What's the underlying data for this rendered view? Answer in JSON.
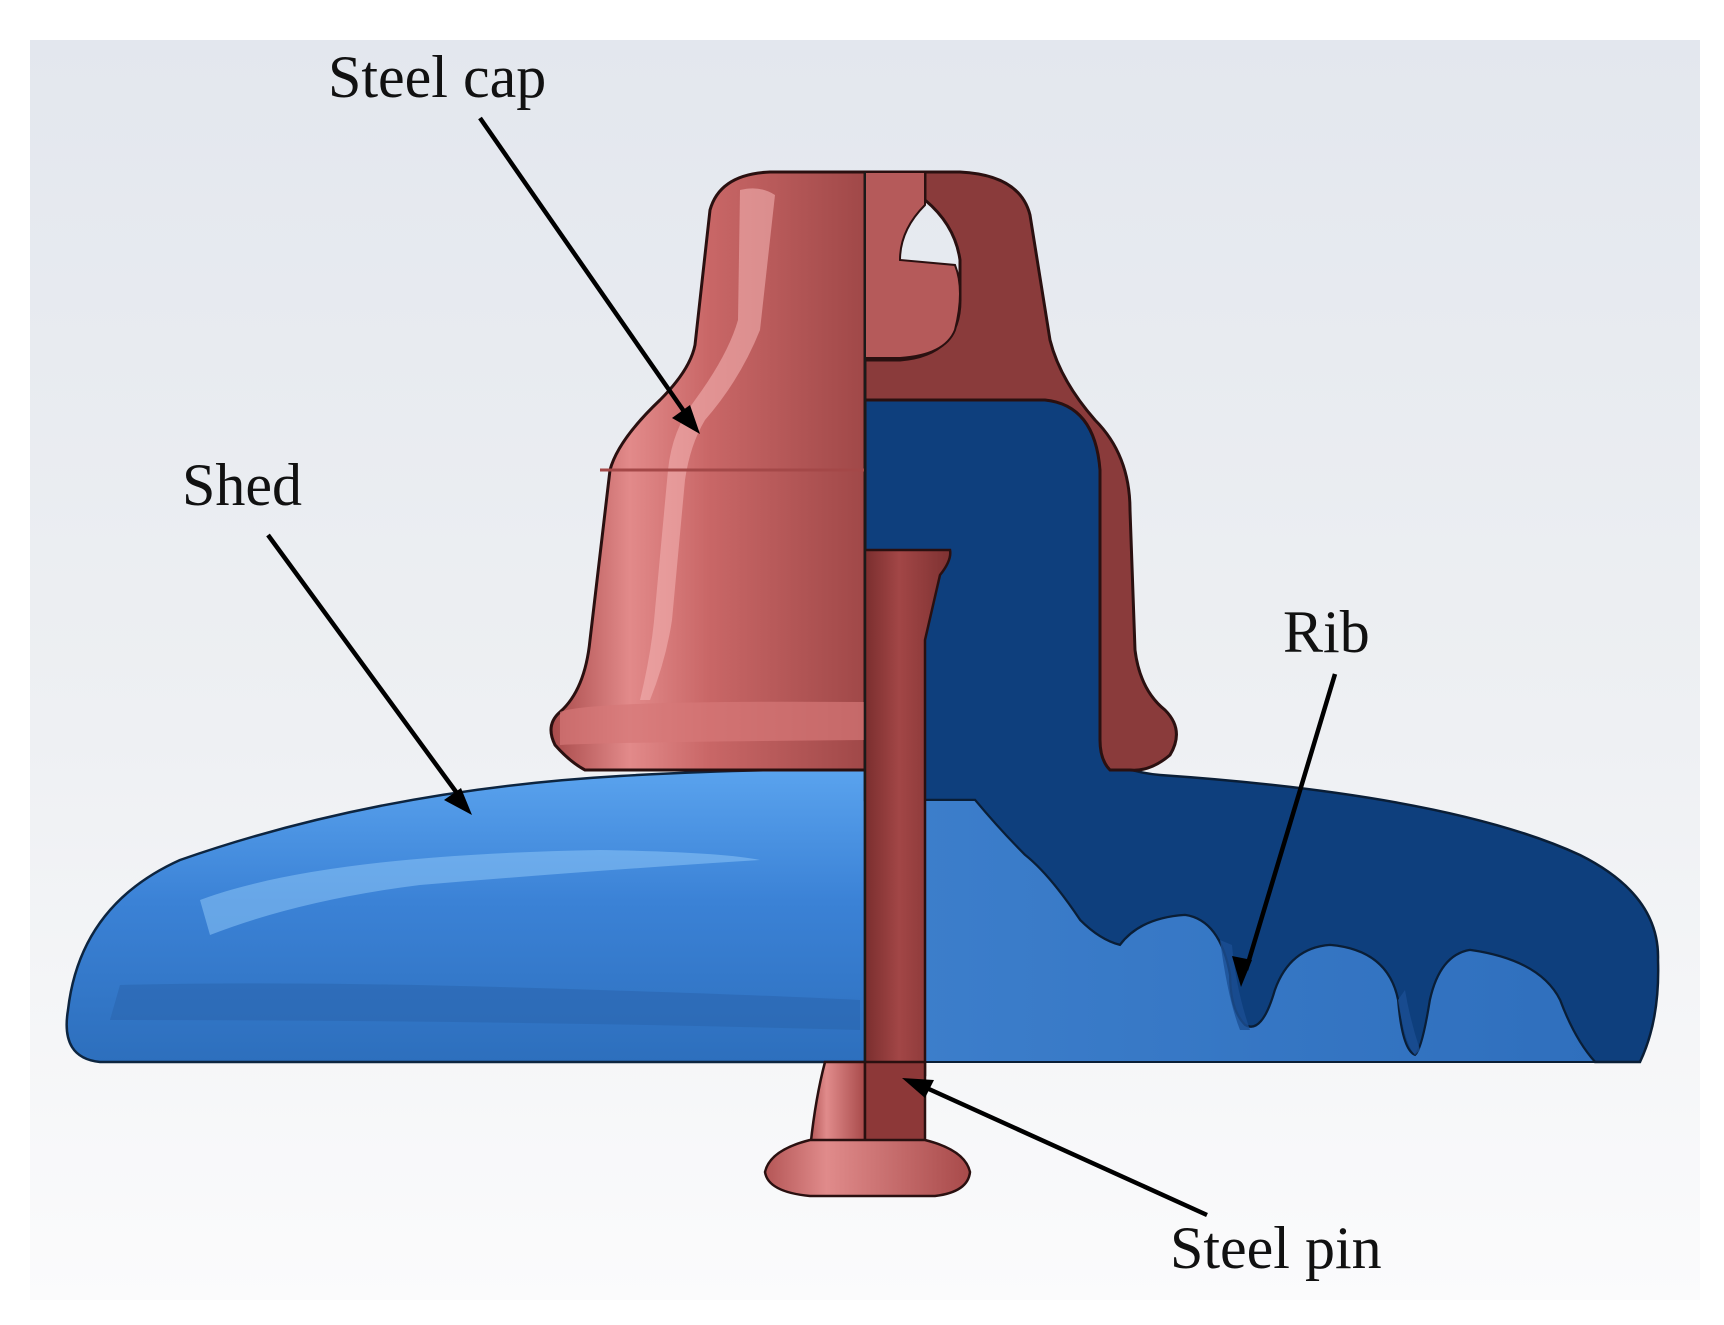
{
  "labels": {
    "steel_cap": "Steel cap",
    "shed": "Shed",
    "rib": "Rib",
    "steel_pin": "Steel pin"
  },
  "colors": {
    "background_top": "#e6e9ee",
    "background_bottom": "#fafbfc",
    "cap_exterior": "#c8605f",
    "cap_section": "#8c3c3c",
    "shed_exterior": "#3f86d8",
    "shed_section": "#0c3f7c",
    "pin": "#8d3838",
    "arrow": "#000000"
  }
}
